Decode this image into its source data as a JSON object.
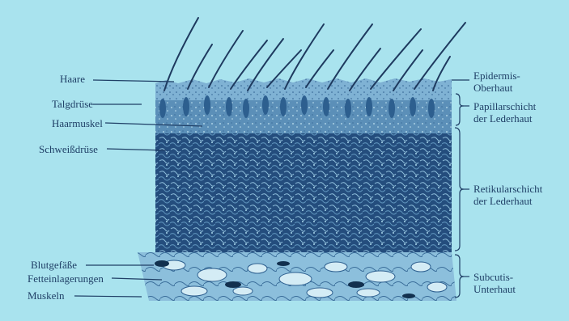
{
  "left_labels": [
    "Haare",
    "Talgdrüse",
    "Haarmuskel",
    "Schweißdrüse",
    "Blutgefäße",
    "Fetteinlagerungen",
    "Muskeln"
  ],
  "right_labels": [
    {
      "line1": "Epidermis-",
      "line2": "Oberhaut"
    },
    {
      "line1": "Papillarschicht",
      "line2": "der Lederhaut"
    },
    {
      "line1": "Retikularschicht",
      "line2": "der Lederhaut"
    },
    {
      "line1": "Subcutis-",
      "line2": "Unterhaut"
    }
  ],
  "colors": {
    "background": "#a9e3ee",
    "ink": "#1f3f66",
    "epidermis": "#6fa3c6",
    "papillary": "#4f83ad",
    "reticular": "#244d7d",
    "subcutis": "#7aaed0",
    "hair": "#1e3a5f"
  }
}
